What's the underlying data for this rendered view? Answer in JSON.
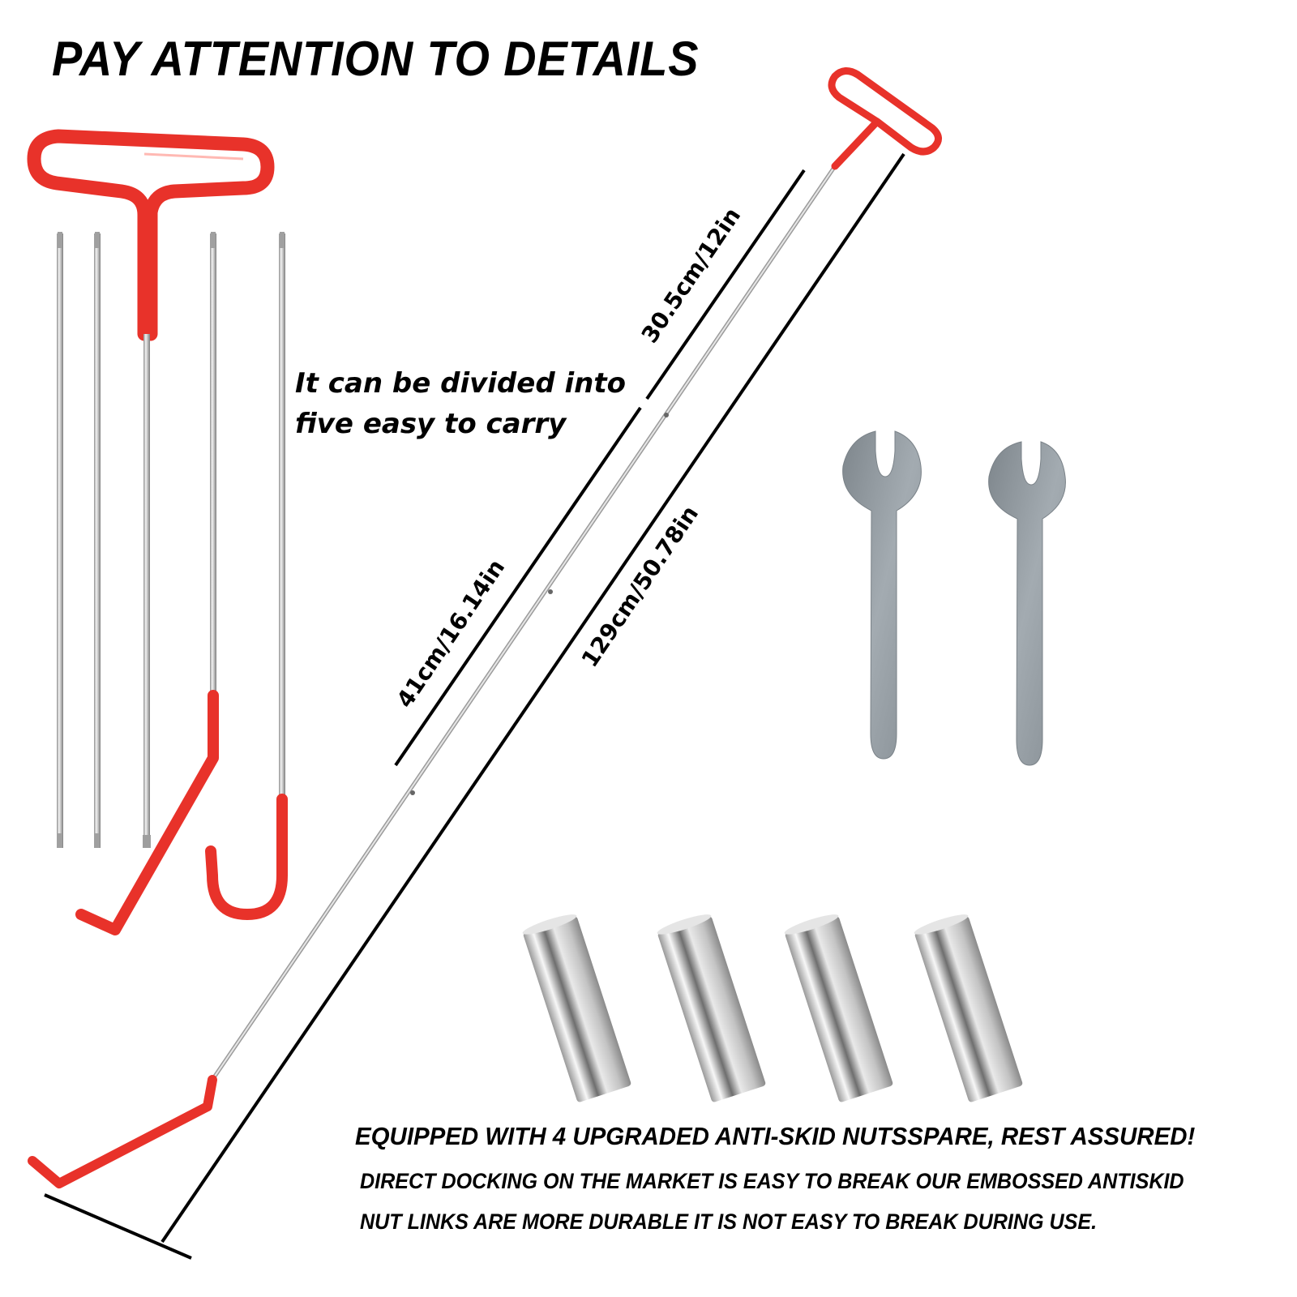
{
  "headline": "PAY ATTENTION TO DETAILS",
  "caption": {
    "line1": "It can be divided into",
    "line2": "five easy to carry"
  },
  "dimensions": {
    "handle_section": "30.5cm/12in",
    "middle_section": "41cm/16.14in",
    "total_length": "129cm/50.78in"
  },
  "footer": {
    "headline": "EQUIPPED WITH 4 UPGRADED ANTI-SKID NUTSSPARE, REST ASSURED!",
    "line1": "DIRECT DOCKING ON THE MARKET IS EASY TO BREAK OUR EMBOSSED ANTISKID",
    "line2": "NUT LINKS ARE MORE DURABLE IT IS NOT EASY TO BREAK DURING USE."
  },
  "components": {
    "t_handle_count": 1,
    "extension_rods_count": 3,
    "hook_tips_count": 2,
    "wrenches_count": 2,
    "connector_nuts_count": 4
  },
  "colors": {
    "coating_red": "#e8322a",
    "steel": "#c9c9c9",
    "wrench_gray": "#8a9299",
    "text": "#000000",
    "background": "#ffffff"
  }
}
